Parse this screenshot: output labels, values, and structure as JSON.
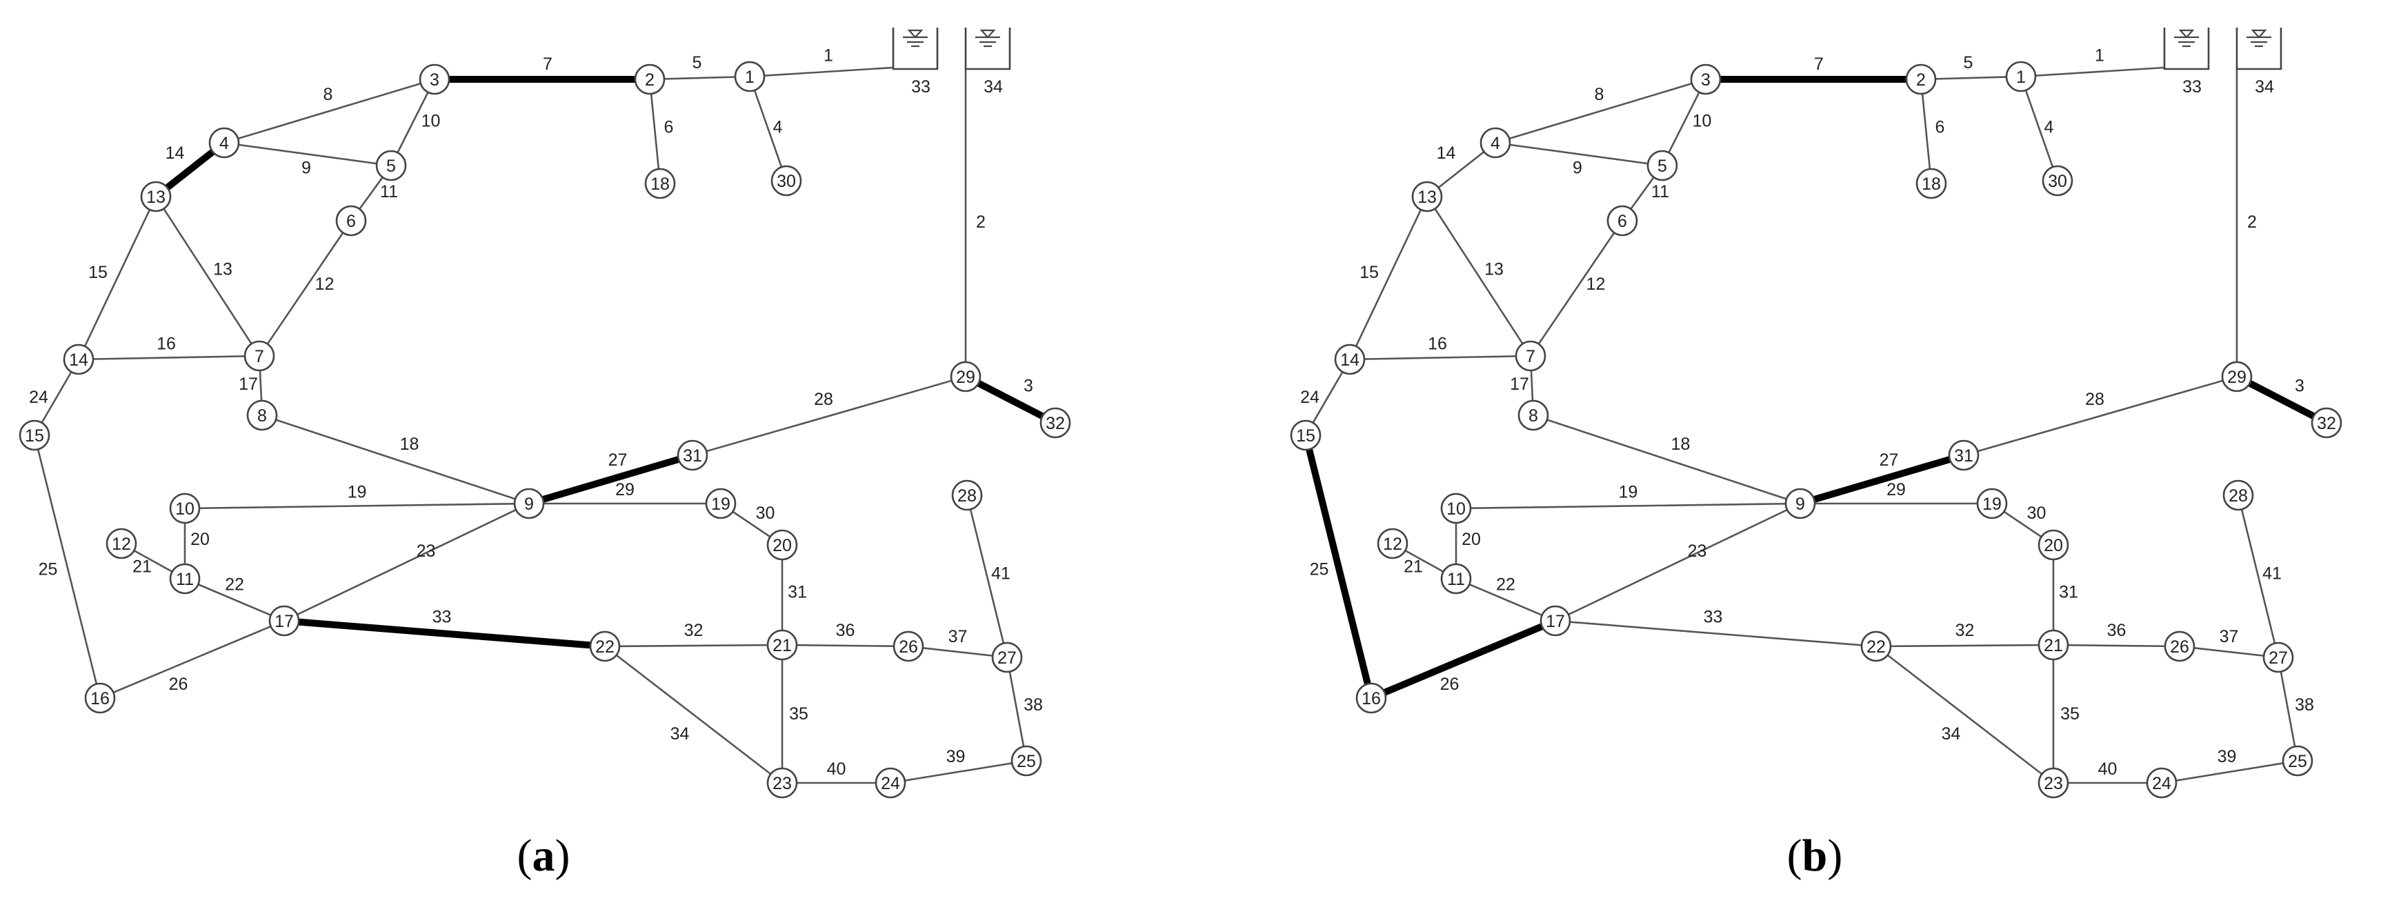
{
  "figure": {
    "panels": [
      {
        "id": "a",
        "caption_open": "(",
        "caption_letter": "a",
        "caption_close": ")",
        "bold_pipes": [
          "3",
          "7",
          "14",
          "27",
          "33"
        ]
      },
      {
        "id": "b",
        "caption_open": "(",
        "caption_letter": "b",
        "caption_close": ")",
        "bold_pipes": [
          "3",
          "7",
          "25",
          "26",
          "27"
        ]
      }
    ],
    "nodes": [
      "1",
      "2",
      "3",
      "4",
      "5",
      "6",
      "7",
      "8",
      "9",
      "10",
      "11",
      "12",
      "13",
      "14",
      "15",
      "16",
      "17",
      "18",
      "19",
      "20",
      "21",
      "22",
      "23",
      "24",
      "25",
      "26",
      "27",
      "28",
      "29",
      "30",
      "31",
      "32"
    ],
    "tanks": [
      "33",
      "34"
    ],
    "pipes": [
      {
        "id": "1",
        "from": "1",
        "to": "33"
      },
      {
        "id": "2",
        "from": "34",
        "to": "29"
      },
      {
        "id": "3",
        "from": "29",
        "to": "32"
      },
      {
        "id": "4",
        "from": "1",
        "to": "30"
      },
      {
        "id": "5",
        "from": "2",
        "to": "1"
      },
      {
        "id": "6",
        "from": "2",
        "to": "18"
      },
      {
        "id": "7",
        "from": "3",
        "to": "2"
      },
      {
        "id": "8",
        "from": "4",
        "to": "3"
      },
      {
        "id": "9",
        "from": "4",
        "to": "5"
      },
      {
        "id": "10",
        "from": "3",
        "to": "5"
      },
      {
        "id": "11",
        "from": "5",
        "to": "6"
      },
      {
        "id": "12",
        "from": "6",
        "to": "7"
      },
      {
        "id": "13",
        "from": "13",
        "to": "7"
      },
      {
        "id": "14",
        "from": "13",
        "to": "4"
      },
      {
        "id": "15",
        "from": "14",
        "to": "13"
      },
      {
        "id": "16",
        "from": "14",
        "to": "7"
      },
      {
        "id": "17",
        "from": "7",
        "to": "8"
      },
      {
        "id": "18",
        "from": "8",
        "to": "9"
      },
      {
        "id": "19",
        "from": "10",
        "to": "9"
      },
      {
        "id": "20",
        "from": "10",
        "to": "11"
      },
      {
        "id": "21",
        "from": "12",
        "to": "11"
      },
      {
        "id": "22",
        "from": "11",
        "to": "17"
      },
      {
        "id": "23",
        "from": "17",
        "to": "9"
      },
      {
        "id": "24",
        "from": "15",
        "to": "14"
      },
      {
        "id": "25",
        "from": "15",
        "to": "16"
      },
      {
        "id": "26",
        "from": "16",
        "to": "17"
      },
      {
        "id": "27",
        "from": "9",
        "to": "31"
      },
      {
        "id": "28",
        "from": "31",
        "to": "29"
      },
      {
        "id": "29",
        "from": "9",
        "to": "19"
      },
      {
        "id": "30",
        "from": "19",
        "to": "20"
      },
      {
        "id": "31",
        "from": "20",
        "to": "21"
      },
      {
        "id": "32",
        "from": "22",
        "to": "21"
      },
      {
        "id": "33",
        "from": "17",
        "to": "22"
      },
      {
        "id": "34",
        "from": "22",
        "to": "23"
      },
      {
        "id": "35",
        "from": "21",
        "to": "23"
      },
      {
        "id": "36",
        "from": "21",
        "to": "26"
      },
      {
        "id": "37",
        "from": "26",
        "to": "27"
      },
      {
        "id": "38",
        "from": "27",
        "to": "25"
      },
      {
        "id": "39",
        "from": "24",
        "to": "25"
      },
      {
        "id": "40",
        "from": "23",
        "to": "24"
      },
      {
        "id": "41",
        "from": "28",
        "to": "27"
      }
    ]
  }
}
